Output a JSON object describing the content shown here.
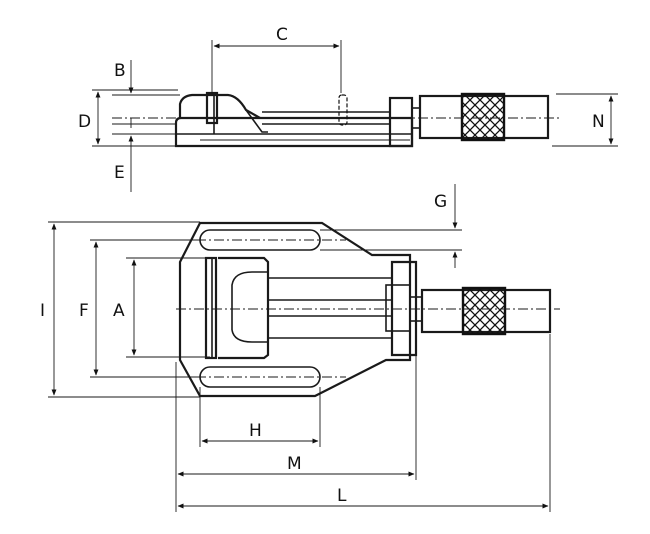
{
  "diagram": {
    "labels": {
      "a": "A",
      "b": "B",
      "c": "C",
      "d": "D",
      "e": "E",
      "f": "F",
      "g": "G",
      "h": "H",
      "i": "I",
      "l": "L",
      "m": "M",
      "n": "N"
    }
  }
}
